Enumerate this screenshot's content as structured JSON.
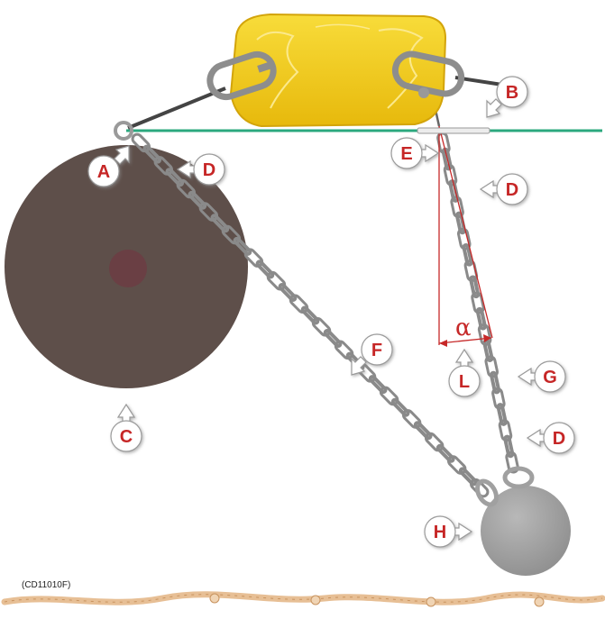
{
  "figure_code": "(CD11010F)",
  "angle_symbol": "α",
  "callouts": {
    "A": "A",
    "B": "B",
    "C": "C",
    "D": "D",
    "E": "E",
    "F": "F",
    "G": "G",
    "H": "H",
    "L": "L"
  },
  "colors": {
    "float": "#f3cb17",
    "water_line": "#2ba87e",
    "anchor_disc": "#5e4f4a",
    "sinker": "#a5a5a5",
    "chain": "#8a8a8a",
    "annotation": "#c62828",
    "seabed": "#e7bf95"
  }
}
